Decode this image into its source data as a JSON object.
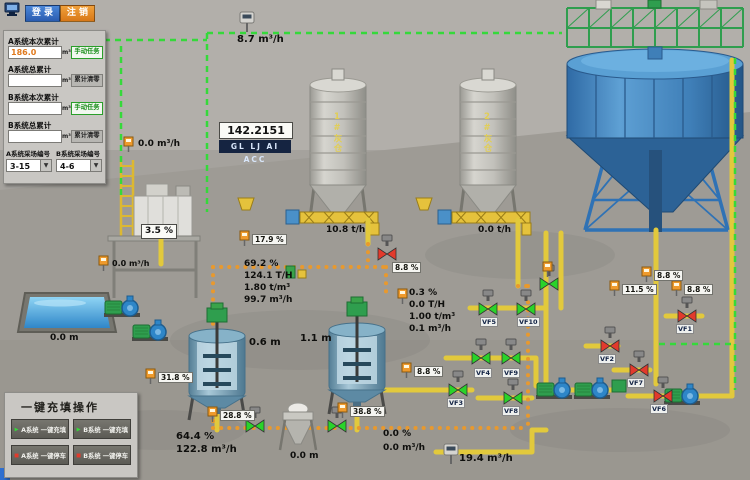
{
  "topbar": {
    "login": "登 录",
    "logout": "注 销"
  },
  "icons": {
    "dropdown_arrow": "▼"
  },
  "accum_panel": {
    "row_a_current": {
      "label": "A系统本次累计",
      "value": "186.0",
      "unit": "m³",
      "action": "手动任务"
    },
    "row_a_total": {
      "label": "A系统总累计",
      "value": "",
      "unit": "m³",
      "action": "累计清零"
    },
    "row_b_current": {
      "label": "B系统本次累计",
      "value": "",
      "unit": "m³",
      "action": "手动任务"
    },
    "row_b_total": {
      "label": "B系统总累计",
      "value": "",
      "unit": "m³",
      "action": "累计清零"
    },
    "stope_a_label": "A系统采场编号",
    "stope_b_label": "B系统采场编号",
    "stope_a_value": "3-15",
    "stope_b_value": "4-6"
  },
  "fill_panel": {
    "title": "一键充填操作",
    "btn_a_fill": "A系统 一键充填",
    "btn_b_fill": "B系统 一键充填",
    "btn_a_stop": "A系统 一键停车",
    "btn_b_stop": "B系统 一键停车"
  },
  "displays": {
    "top_flow": "8.7 m³/h",
    "plc_value": "142.2151",
    "plc_tags": "GL LJ AI ACC",
    "left_flow": "0.0 m³/h",
    "tank_conc": "3.5 %",
    "tank_flow": "0.0 m³/h",
    "pool_level": "0.0 m",
    "silo1_rate": "10.8 t/h",
    "silo2_rate": "0.0 t/h",
    "mixA_level": "0.6 m",
    "mixB_level": "1.1 m",
    "lineA_conc": "69.2  %",
    "lineA_mass": "124.1 T/H",
    "lineA_density": "1.80 t/m³",
    "lineA_flow": "99.7 m³/h",
    "lineB_conc": "0.3  %",
    "lineB_mass": "0.0  T/H",
    "lineB_density": "1.00 t/m³",
    "lineB_flow": "0.1  m³/h",
    "outA_conc": "64.4  %",
    "outA_flow": "122.8 m³/h",
    "outB_conc": "0.0  %",
    "outB_flow": "0.0  m³/h",
    "cone_level": "0.0 m",
    "fill_flow": "19.4 m³/h"
  },
  "badges": {
    "p1": "17.9 %",
    "p2": "8.8 %",
    "p3": "31.8 %",
    "p4": "28.8 %",
    "p5": "38.8 %",
    "p6": "8.8 %",
    "p7": "11.5 %",
    "p8": "8.8 %",
    "p9": "8.8 %"
  },
  "valves": {
    "vf1": "VF1",
    "vf2": "VF2",
    "vf3": "VF3",
    "vf4": "VF4",
    "vf5": "VF5",
    "vf6": "VF6",
    "vf7": "VF7",
    "vf8": "VF8",
    "vf9": "VF9",
    "vf10": "VF10"
  },
  "silos": {
    "silo1_label": "1#灰仓",
    "silo2_label": "2#灰仓"
  },
  "colors": {
    "accent_green": "#2ad32a",
    "accent_red": "#e23a2c",
    "pipe_yellow": "#e2c93c",
    "flow_green": "#35d93a"
  }
}
